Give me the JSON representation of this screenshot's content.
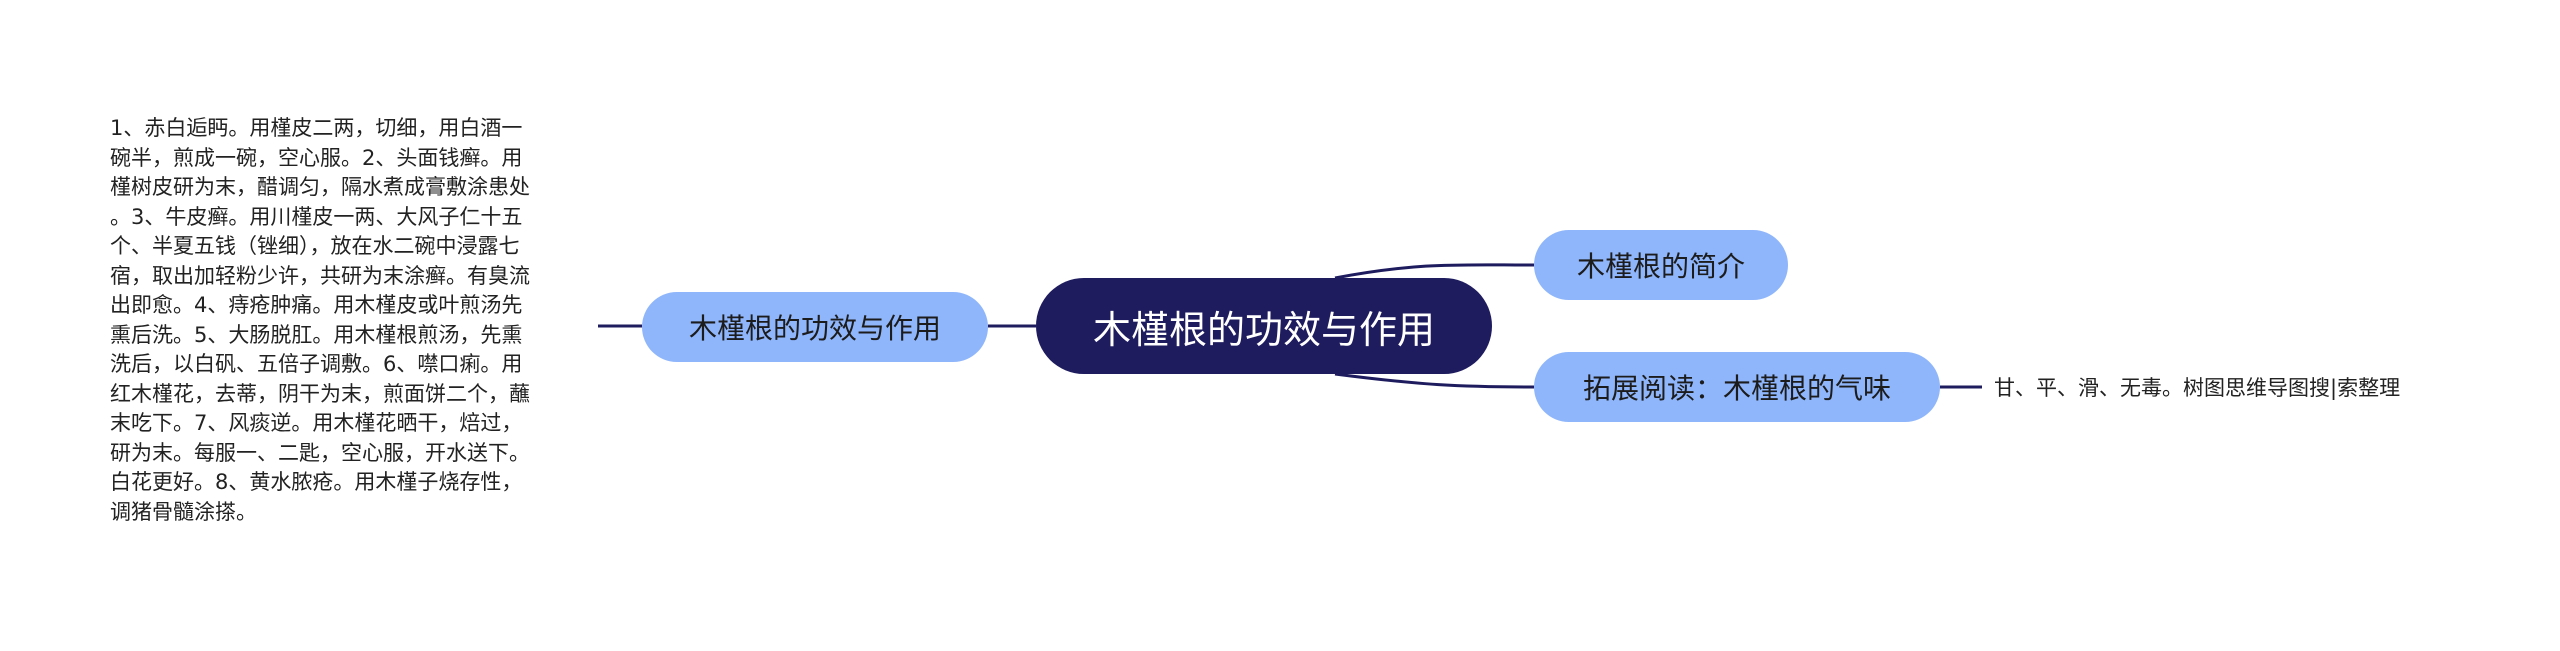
{
  "root": {
    "label": "木槿根的功效与作用"
  },
  "branches": {
    "left": {
      "label": "木槿根的功效与作用",
      "detail": "1、赤白逅眄。用槿皮二两，切细，用白酒一\n碗半，煎成一碗，空心服。2、头面钱癣。用\n槿树皮研为末，醋调匀，隔水煮成膏敷涂患处\n。3、牛皮癣。用川槿皮一两、大风子仁十五\n个、半夏五钱（锉细），放在水二碗中浸露七\n宿，取出加轻粉少许，共研为末涂癣。有臭流\n出即愈。4、痔疮肿痛。用木槿皮或叶煎汤先\n熏后洗。5、大肠脱肛。用木槿根煎汤，先熏\n洗后，以白矾、五倍子调敷。6、噤口痢。用\n红木槿花，去蒂，阴干为末，煎面饼二个，蘸\n末吃下。7、风痰逆。用木槿花晒干，焙过，\n研为末。每服一、二匙，空心服，开水送下。\n白花更好。8、黄水脓疮。用木槿子烧存性，\n调猪骨髓涂搽。"
    },
    "top_right": {
      "label": "木槿根的简介"
    },
    "bottom_right": {
      "label": "拓展阅读：木槿根的气味",
      "detail": "甘、平、滑、无毒。树图思维导图搜|索整理"
    }
  },
  "colors": {
    "root_fill": "#1e1b5e",
    "branch_fill": "#8fb6fb",
    "connector": "#1e1b5e"
  }
}
